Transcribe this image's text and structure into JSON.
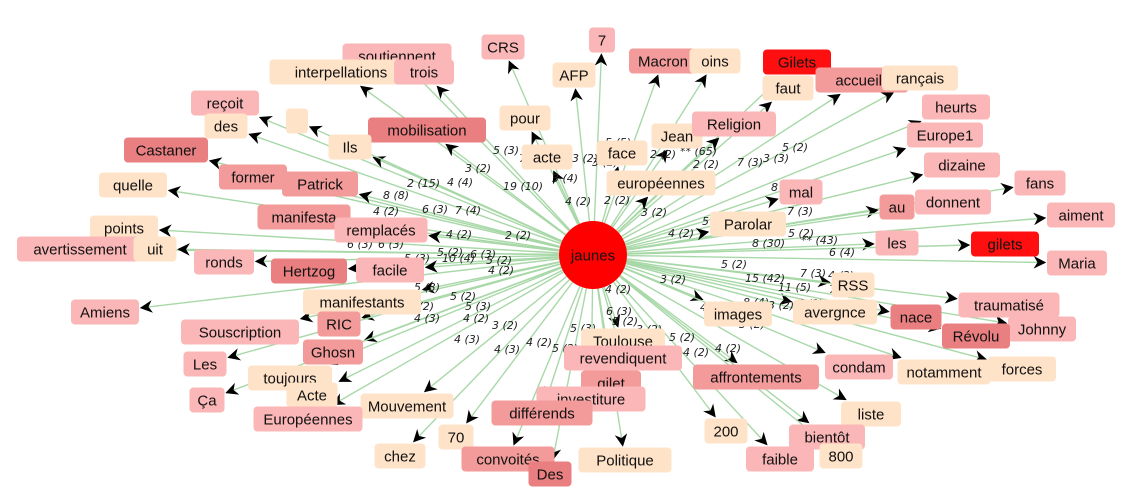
{
  "palette": {
    "edge": "#a8d8a8",
    "center": "#ff0000",
    "c0": "#ffe3c9",
    "c1": "#fbb7b7",
    "c2": "#f39a9a",
    "c3": "#e97f80",
    "c4": "#ff0f0f"
  },
  "graph": {
    "center": {
      "label": "jaunes"
    },
    "nodes": [
      {
        "label": "CRS",
        "c": 1
      },
      {
        "label": "7",
        "c": 1
      },
      {
        "label": "Macron",
        "c": 2
      },
      {
        "label": "oins",
        "c": 0
      },
      {
        "label": "Gilets",
        "c": 4
      },
      {
        "label": "soutiennent",
        "c": 1
      },
      {
        "label": "interpellations",
        "c": 0
      },
      {
        "label": "trois",
        "c": 1
      },
      {
        "label": "AFP",
        "c": 0
      },
      {
        "label": "accueilli",
        "c": 2
      },
      {
        "label": "rançais",
        "c": 0
      },
      {
        "label": "faut",
        "c": 0
      },
      {
        "label": "reçoit",
        "c": 1
      },
      {
        "label": "des",
        "c": 0
      },
      {
        "label": "heurts",
        "c": 1
      },
      {
        "label": "pour",
        "c": 0
      },
      {
        "label": "mobilisation",
        "c": 3
      },
      {
        "label": "Jean",
        "c": 0
      },
      {
        "label": "Religion",
        "c": 1
      },
      {
        "label": "Europe1",
        "c": 1
      },
      {
        "label": "Castaner",
        "c": 3
      },
      {
        "label": "Ils",
        "c": 0
      },
      {
        "label": "acte",
        "c": 0
      },
      {
        "label": "face",
        "c": 0
      },
      {
        "label": "dizaine",
        "c": 1
      },
      {
        "label": "quelle",
        "c": 0
      },
      {
        "label": "former",
        "c": 2
      },
      {
        "label": "Patrick",
        "c": 2
      },
      {
        "label": "européennes",
        "c": 0
      },
      {
        "label": "mal",
        "c": 1
      },
      {
        "label": "fans",
        "c": 1
      },
      {
        "label": "au",
        "c": 2
      },
      {
        "label": "donnent",
        "c": 1
      },
      {
        "label": "aiment",
        "c": 1
      },
      {
        "label": "manifesta",
        "c": 2
      },
      {
        "label": "remplacés",
        "c": 1
      },
      {
        "label": "Parolar",
        "c": 0
      },
      {
        "label": "points",
        "c": 0
      },
      {
        "label": "avertissement",
        "c": 1
      },
      {
        "label": "uit",
        "c": 0
      },
      {
        "label": "les",
        "c": 1
      },
      {
        "label": "gilets",
        "c": 4
      },
      {
        "label": "ronds",
        "c": 1
      },
      {
        "label": "Hertzog",
        "c": 3
      },
      {
        "label": "facile",
        "c": 1
      },
      {
        "label": "Maria",
        "c": 1
      },
      {
        "label": "RSS",
        "c": 0
      },
      {
        "label": "manifestants",
        "c": 0
      },
      {
        "label": "Amiens",
        "c": 1
      },
      {
        "label": "traumatisé",
        "c": 1
      },
      {
        "label": "images",
        "c": 0
      },
      {
        "label": "avergnce",
        "c": 0
      },
      {
        "label": "nace",
        "c": 3
      },
      {
        "label": "Johnny",
        "c": 1
      },
      {
        "label": "RIC",
        "c": 2
      },
      {
        "label": "Révolu",
        "c": 3
      },
      {
        "label": "Souscription",
        "c": 1
      },
      {
        "label": "Ghosn",
        "c": 2
      },
      {
        "label": "Toulouse",
        "c": 0
      },
      {
        "label": "revendiquent",
        "c": 1
      },
      {
        "label": "condam",
        "c": 1
      },
      {
        "label": "notamment",
        "c": 0
      },
      {
        "label": "forces",
        "c": 0
      },
      {
        "label": "Les",
        "c": 1
      },
      {
        "label": "toujours",
        "c": 0
      },
      {
        "label": "gilet",
        "c": 2
      },
      {
        "label": "affrontements",
        "c": 2
      },
      {
        "label": "Acte",
        "c": 0
      },
      {
        "label": "Ça",
        "c": 1
      },
      {
        "label": "Mouvement",
        "c": 0
      },
      {
        "label": "investiture",
        "c": 1
      },
      {
        "label": "liste",
        "c": 0
      },
      {
        "label": "Européennes",
        "c": 1
      },
      {
        "label": "différends",
        "c": 2
      },
      {
        "label": "70",
        "c": 0
      },
      {
        "label": "200",
        "c": 0
      },
      {
        "label": "bientôt",
        "c": 1
      },
      {
        "label": "chez",
        "c": 0
      },
      {
        "label": "convoités",
        "c": 2
      },
      {
        "label": "Politique",
        "c": 0
      },
      {
        "label": "faible",
        "c": 1
      },
      {
        "label": "800",
        "c": 0
      },
      {
        "label": "Des",
        "c": 3
      },
      {
        "label": "",
        "c": 0
      }
    ],
    "edge_labels": [
      "5 (3)",
      "7 (5)",
      "3 (2)",
      "5 (5)",
      "3 (2)",
      "acte",
      "2 (2)",
      "** (65)",
      "2 (2)",
      "7 (3)",
      "3 (3)",
      "5 (2)",
      "2 (15)",
      "4 (4)",
      "19 (10)",
      "3 (4)",
      "4 (2)",
      "2 (2)",
      "3 (4)",
      "8 (4)",
      "3 (2)",
      "8 (8)",
      "4 (2)",
      "6 (3)",
      "7 (4)",
      "3 (2)",
      "5 (3)",
      "7 (3)",
      "4 (2)",
      "5 (2)",
      "6 (3)",
      "6 (3)",
      "5 (3)",
      "4 (2)",
      "8 (30)",
      "** (43)",
      "6 (4)",
      "2 (2)",
      "5 (2)",
      "5 (2)",
      "10 (4)",
      "6 (3)",
      "4 (2)",
      "3 (2)",
      "5 (3)",
      "5 (2)",
      "5 (2)",
      "5 (3)",
      "3 (2)",
      "5 (2)",
      "15 (42)",
      "7 (3)",
      "4 (3)",
      "11 (5)",
      "7 (3)",
      "4 (3)",
      "4 (2)",
      "8 (4)",
      "3 (2)",
      "4 (2)",
      "4 (3)",
      "3 (2)",
      "5 (3)",
      "6 (3)",
      "5 (2)",
      "4 (2)",
      "3 (2)",
      "4 (2)",
      "4 (3)",
      "4 (2)",
      "7 (3)",
      "5 (2)",
      "4 (2)",
      "3 (4)",
      "4 (2)",
      "4 (2)",
      "5 (2)",
      "3 (2)"
    ]
  }
}
